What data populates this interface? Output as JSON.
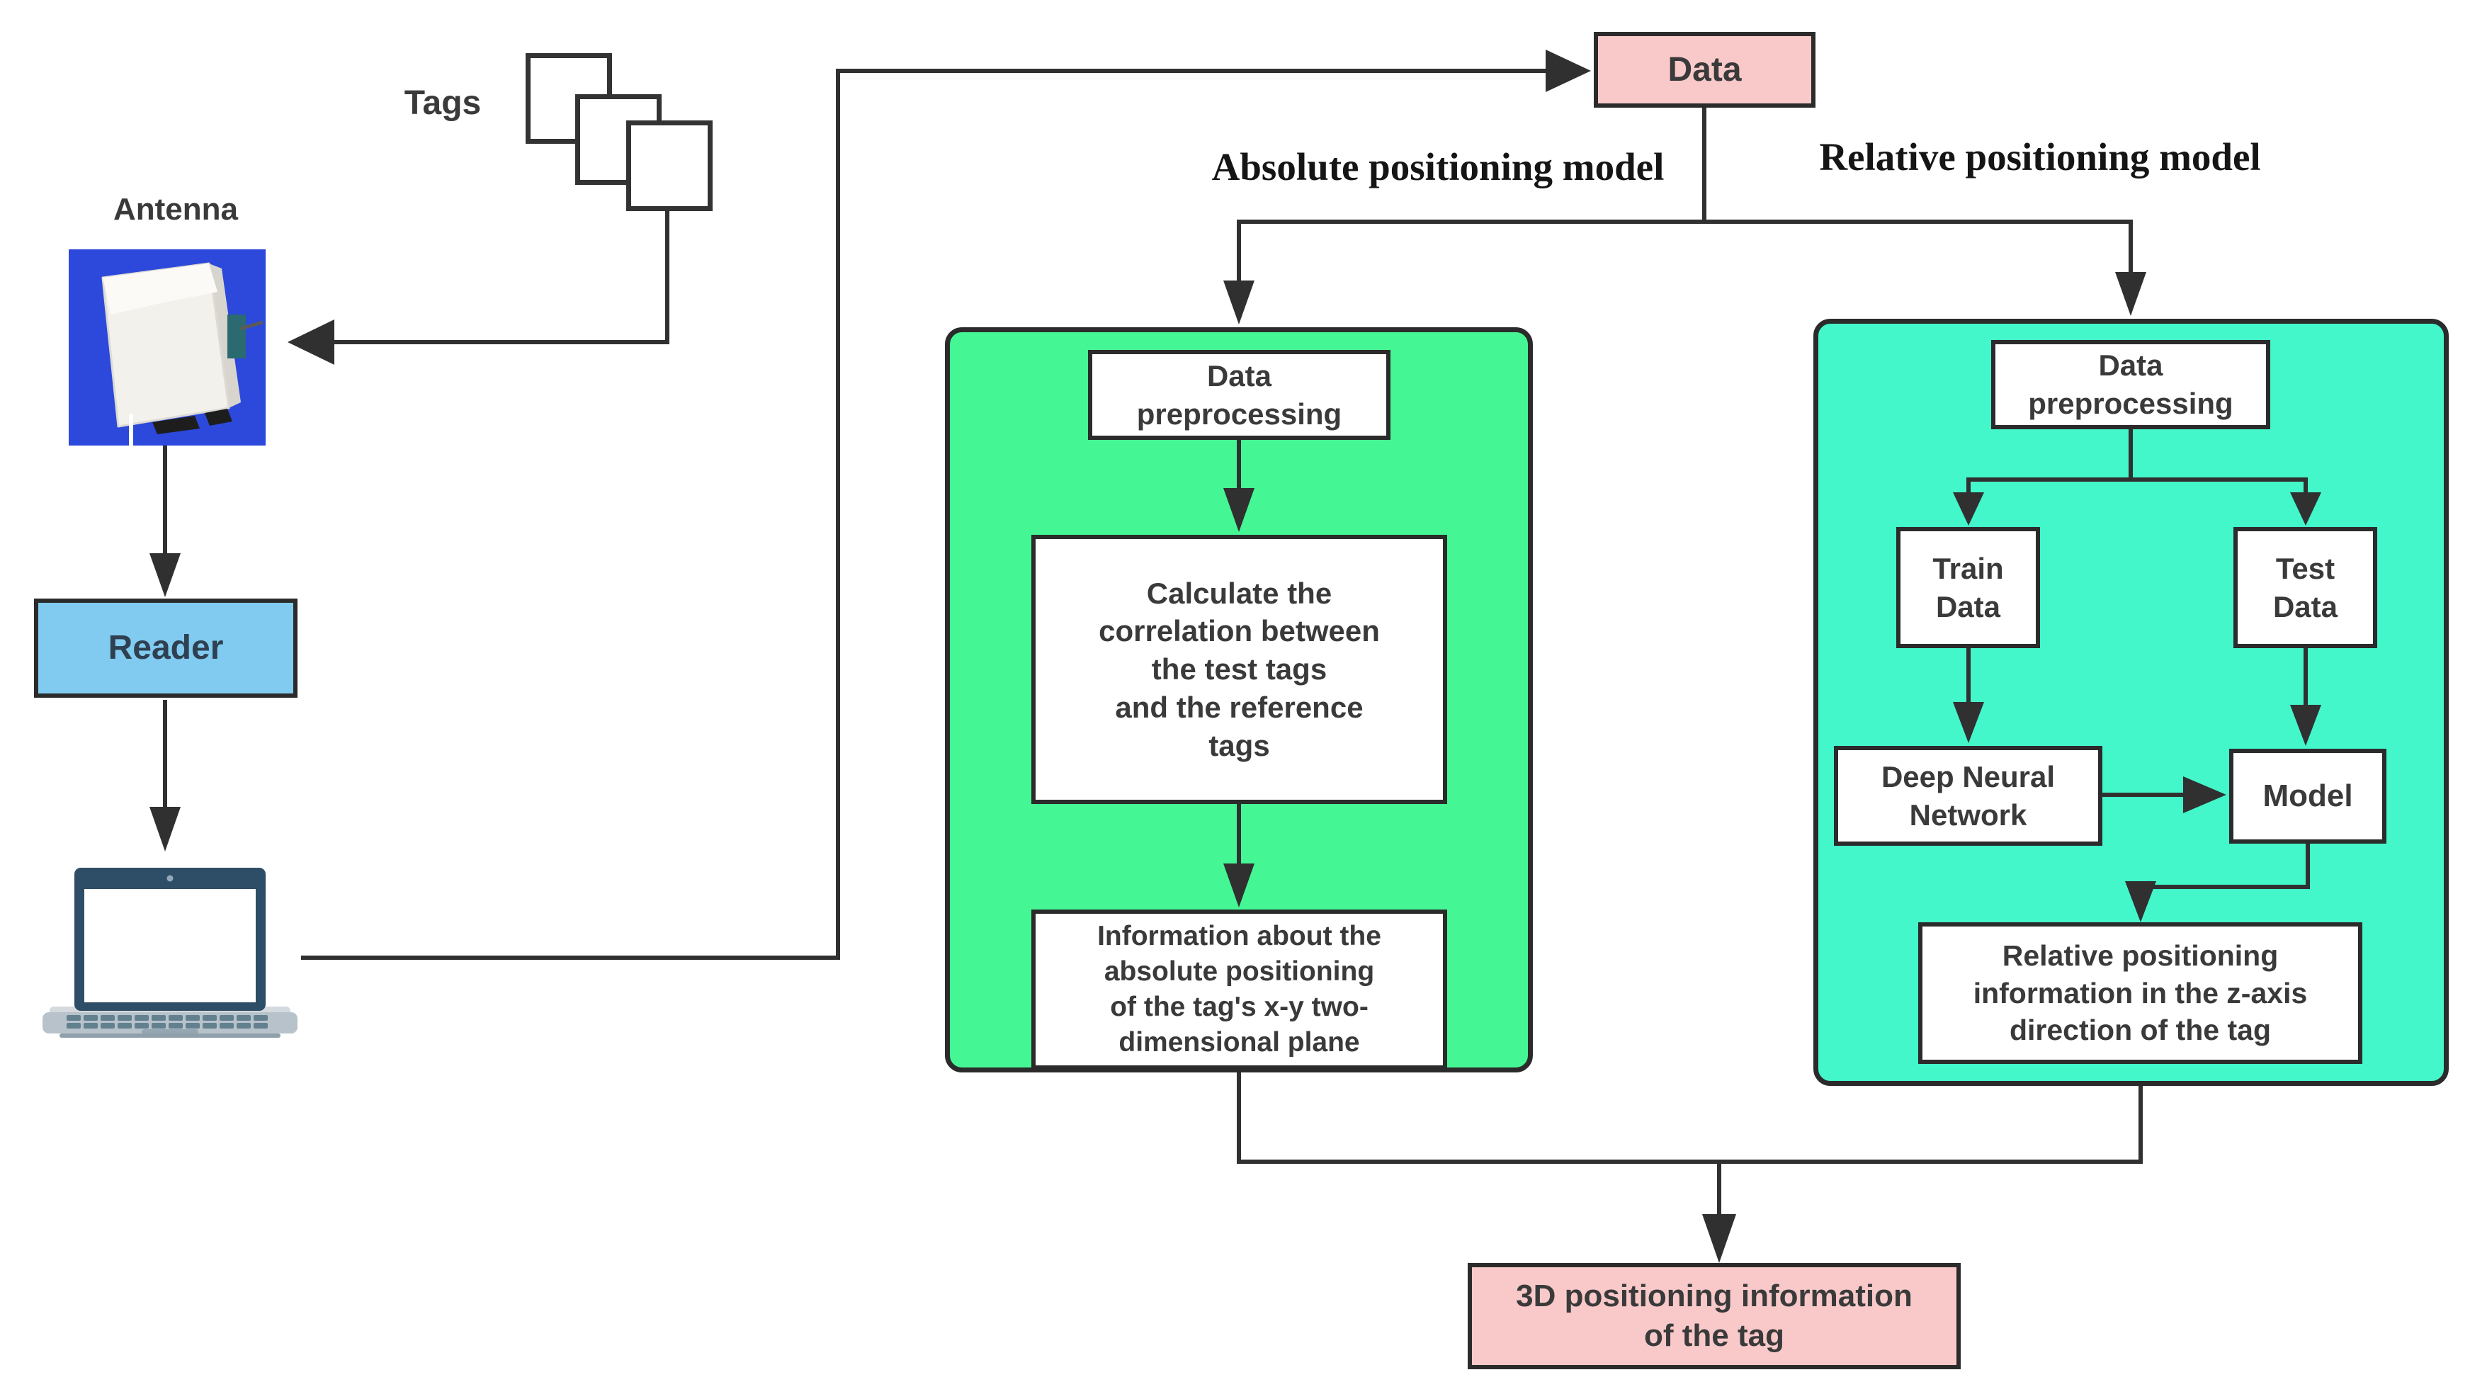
{
  "diagram": {
    "hardware": {
      "tags_label": "Tags",
      "antenna_label": "Antenna",
      "reader_label": "Reader"
    },
    "data_box_label": "Data",
    "branch_labels": {
      "absolute": "Absolute positioning model",
      "relative": "Relative positioning model"
    },
    "absolute_branch": {
      "preprocess": "Data\npreprocessing",
      "calculate": "Calculate the\ncorrelation between\nthe test tags\nand the reference\ntags",
      "result": "Information about the\nabsolute positioning\nof the tag's x-y two-\ndimensional plane"
    },
    "relative_branch": {
      "preprocess": "Data\npreprocessing",
      "train": "Train\nData",
      "test": "Test\nData",
      "dnn": "Deep Neural\nNetwork",
      "model": "Model",
      "result": "Relative positioning\ninformation in the z-axis\ndirection of the tag"
    },
    "final_box_label": "3D positioning information\nof the tag",
    "colors": {
      "absolute_panel_green": "#45F794",
      "relative_panel_teal": "#43F7CB",
      "data_pink": "#F9C9CA",
      "reader_blue": "#82CBF0",
      "antenna_blue": "#2C49DB",
      "connector": "#303030",
      "box_border": "#2B2B2B",
      "text": "#3A3A3A"
    }
  }
}
